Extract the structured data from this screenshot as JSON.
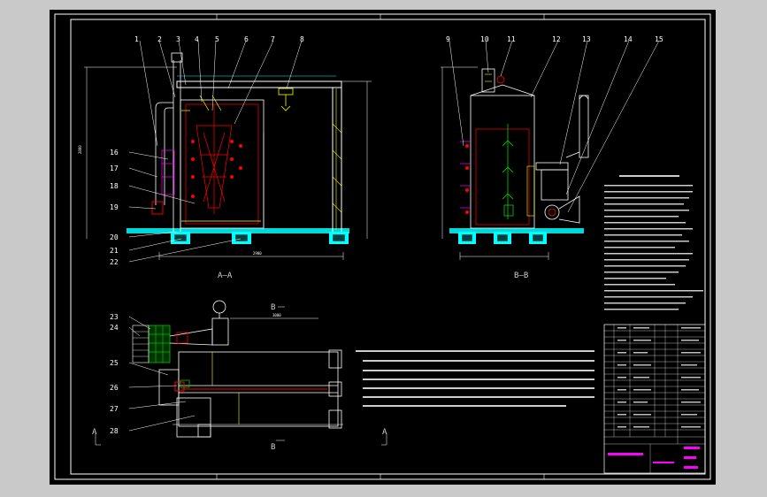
{
  "balloon_labels_top": [
    "1",
    "2",
    "3",
    "4",
    "5",
    "6",
    "7",
    "8",
    "9",
    "10",
    "11",
    "12",
    "13",
    "14",
    "15"
  ],
  "balloon_labels_left": [
    "16",
    "17",
    "18",
    "19",
    "20",
    "21",
    "22"
  ],
  "balloon_labels_plan": [
    "23",
    "24",
    "25",
    "26",
    "27",
    "28"
  ],
  "section_labels": {
    "aa": "A—A",
    "bb": "B—B",
    "b_top": "B",
    "b_bottom": "B",
    "a_left": "A",
    "a_right": "A"
  },
  "dimensions": {
    "front_width": "2900",
    "front_height": "2880",
    "plan_width": "3000"
  },
  "colors": {
    "background": "#000000",
    "frame": "#ffffff",
    "steel": "#0000ff",
    "machine": "#ff0000",
    "tank": "#00c000",
    "hatch": "#ffff00",
    "water": "#00ffff",
    "misc": "#ff00ff"
  }
}
